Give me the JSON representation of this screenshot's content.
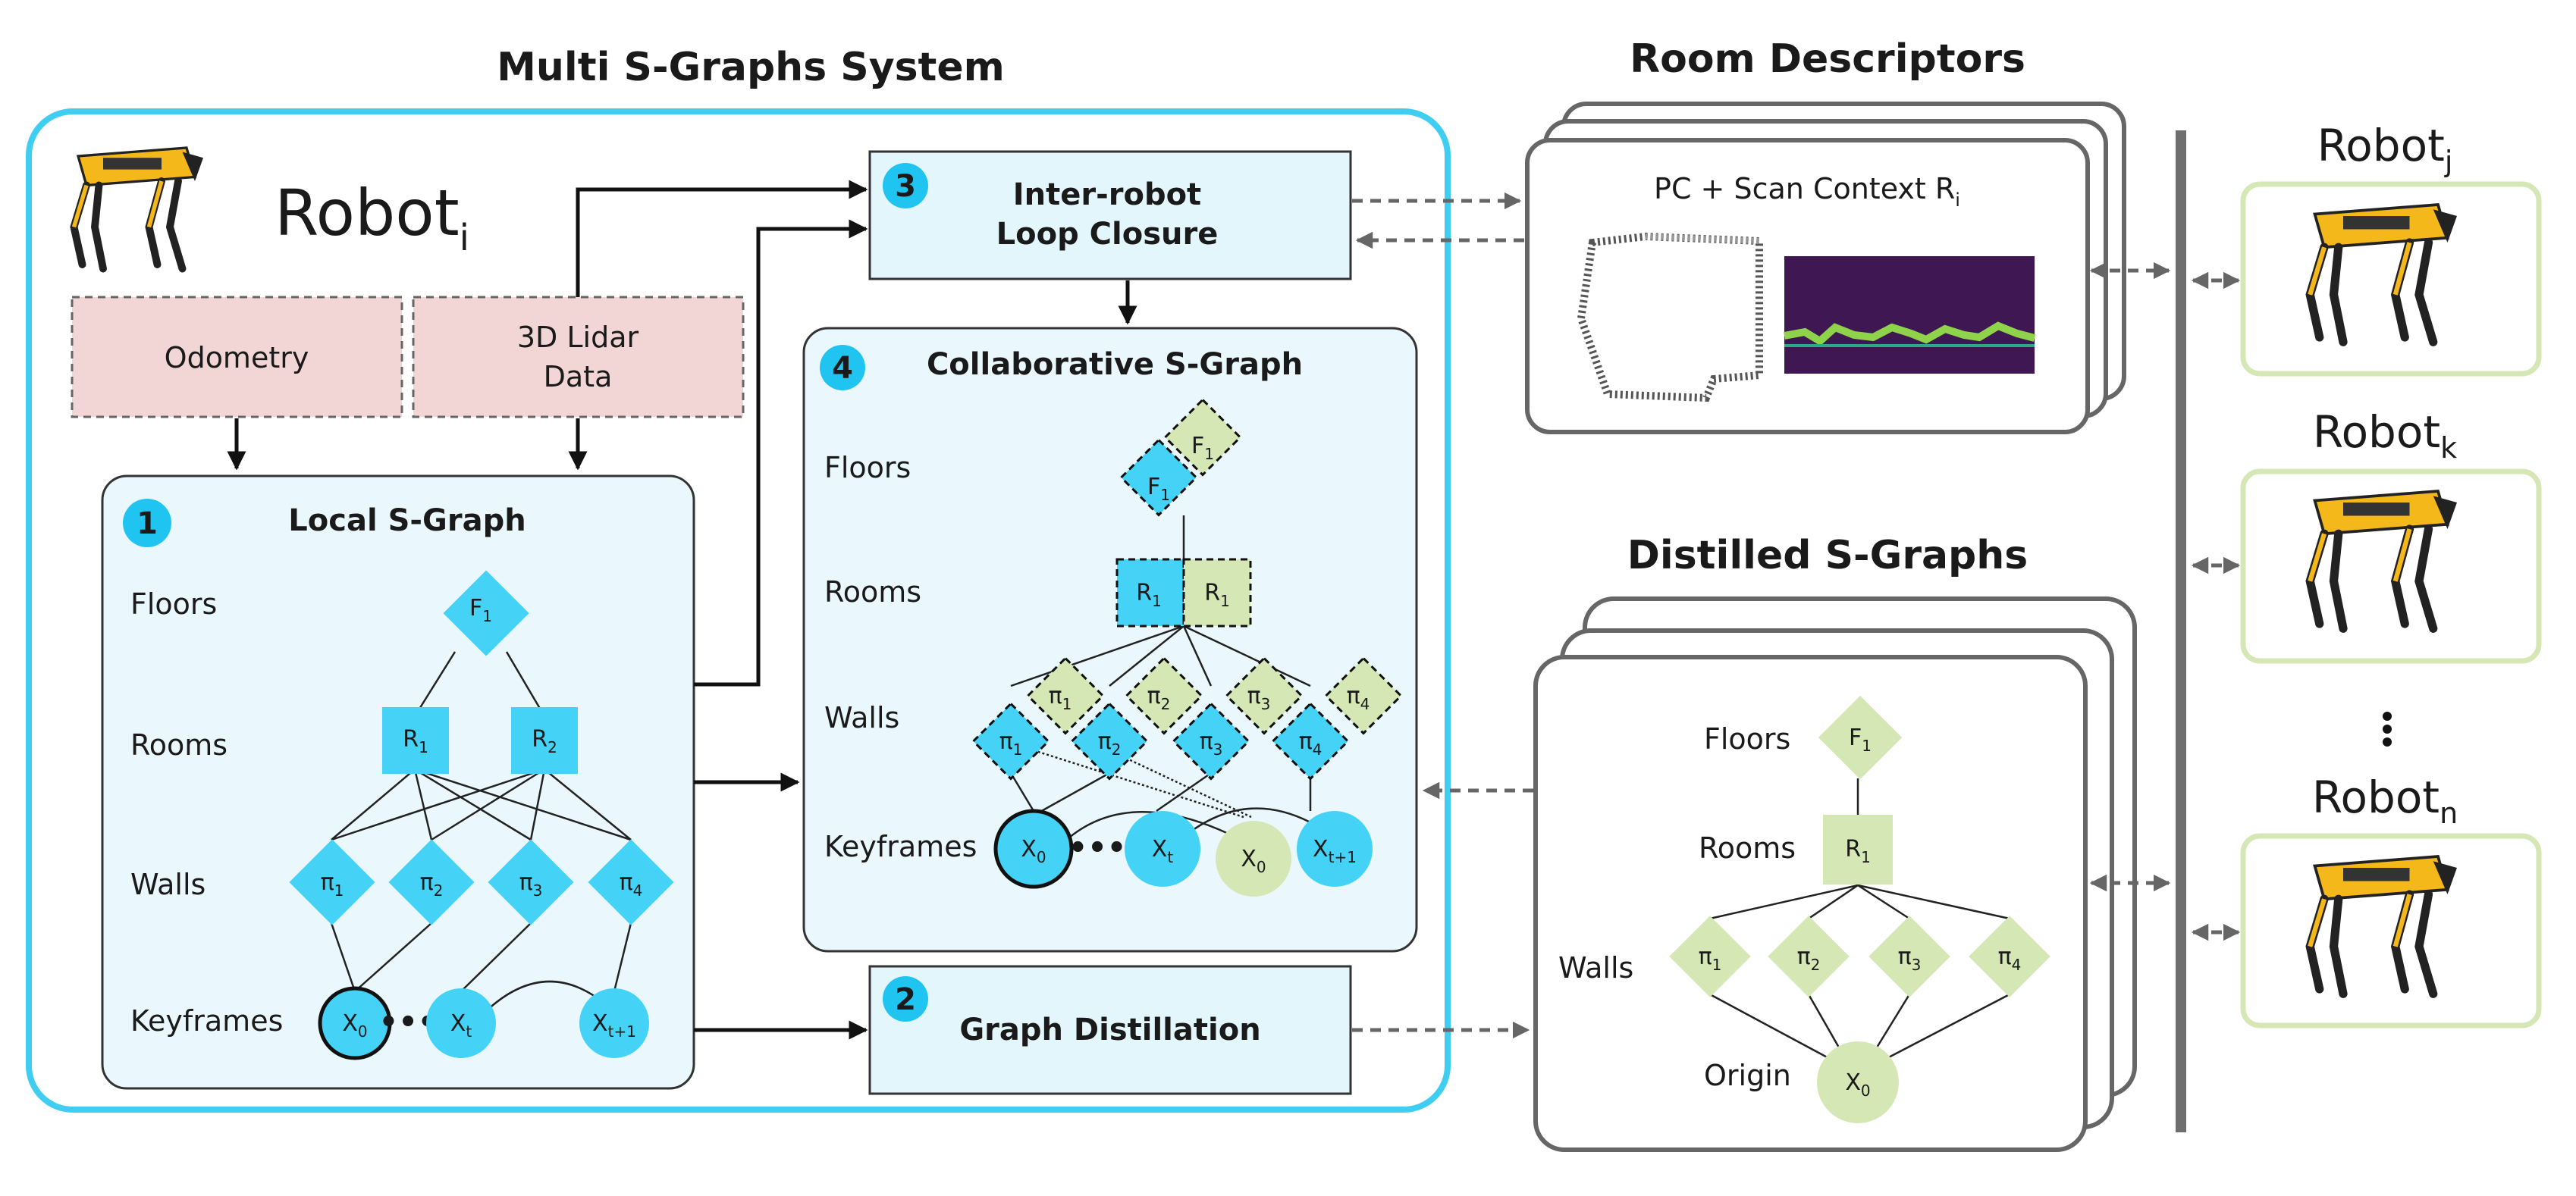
{
  "system": {
    "title": "Multi S-Graphs System"
  },
  "robot_i": {
    "label": "Robot",
    "sub": "i"
  },
  "inputs": {
    "odometry": "Odometry",
    "lidar_line1": "3D Lidar",
    "lidar_line2": "Data"
  },
  "local": {
    "number": "1",
    "title": "Local S-Graph",
    "rows": [
      "Floors",
      "Rooms",
      "Walls",
      "Keyframes"
    ],
    "floor": "F",
    "floor_sub": "1",
    "rooms": [
      {
        "t": "R",
        "s": "1"
      },
      {
        "t": "R",
        "s": "2"
      }
    ],
    "walls": [
      {
        "t": "π",
        "s": "1"
      },
      {
        "t": "π",
        "s": "2"
      },
      {
        "t": "π",
        "s": "3"
      },
      {
        "t": "π",
        "s": "4"
      }
    ],
    "keyframes": [
      {
        "t": "X",
        "s": "0"
      },
      {
        "t": "X",
        "s": "t"
      },
      {
        "t": "X",
        "s": "t+1"
      }
    ]
  },
  "loop": {
    "number": "3",
    "line1": "Inter-robot",
    "line2": "Loop Closure"
  },
  "collab": {
    "number": "4",
    "title": "Collaborative S-Graph",
    "rows": [
      "Floors",
      "Rooms",
      "Walls",
      "Keyframes"
    ],
    "floor": "F",
    "floor_sub": "1",
    "room": "R",
    "room_sub": "1",
    "walls": [
      {
        "t": "π",
        "s": "1"
      },
      {
        "t": "π",
        "s": "2"
      },
      {
        "t": "π",
        "s": "3"
      },
      {
        "t": "π",
        "s": "4"
      }
    ],
    "keyframes": [
      {
        "t": "X",
        "s": "0"
      },
      {
        "t": "X",
        "s": "t"
      },
      {
        "t": "X",
        "s": "0"
      },
      {
        "t": "X",
        "s": "t+1"
      }
    ]
  },
  "distill": {
    "number": "2",
    "label": "Graph Distillation"
  },
  "room_desc": {
    "title": "Room Descriptors",
    "caption": "PC + Scan Context R",
    "caption_sub": "i"
  },
  "distilled": {
    "title": "Distilled S-Graphs",
    "rows": [
      "Floors",
      "Rooms",
      "Walls",
      "Origin"
    ],
    "floor": "F",
    "floor_sub": "1",
    "room": "R",
    "room_sub": "1",
    "walls": [
      {
        "t": "π",
        "s": "1"
      },
      {
        "t": "π",
        "s": "2"
      },
      {
        "t": "π",
        "s": "3"
      },
      {
        "t": "π",
        "s": "4"
      }
    ],
    "origin": "X",
    "origin_sub": "0"
  },
  "others": [
    {
      "label": "Robot",
      "sub": "j"
    },
    {
      "label": "Robot",
      "sub": "k"
    },
    {
      "label": "Robot",
      "sub": "n"
    }
  ],
  "colors": {
    "cyan": "#45d2f7",
    "green": "#d6e7b6",
    "pink": "#f2d6d6",
    "panel": "#eaf8fd",
    "outline": "#3fcef2",
    "robot_yellow": "#f5b81a"
  }
}
